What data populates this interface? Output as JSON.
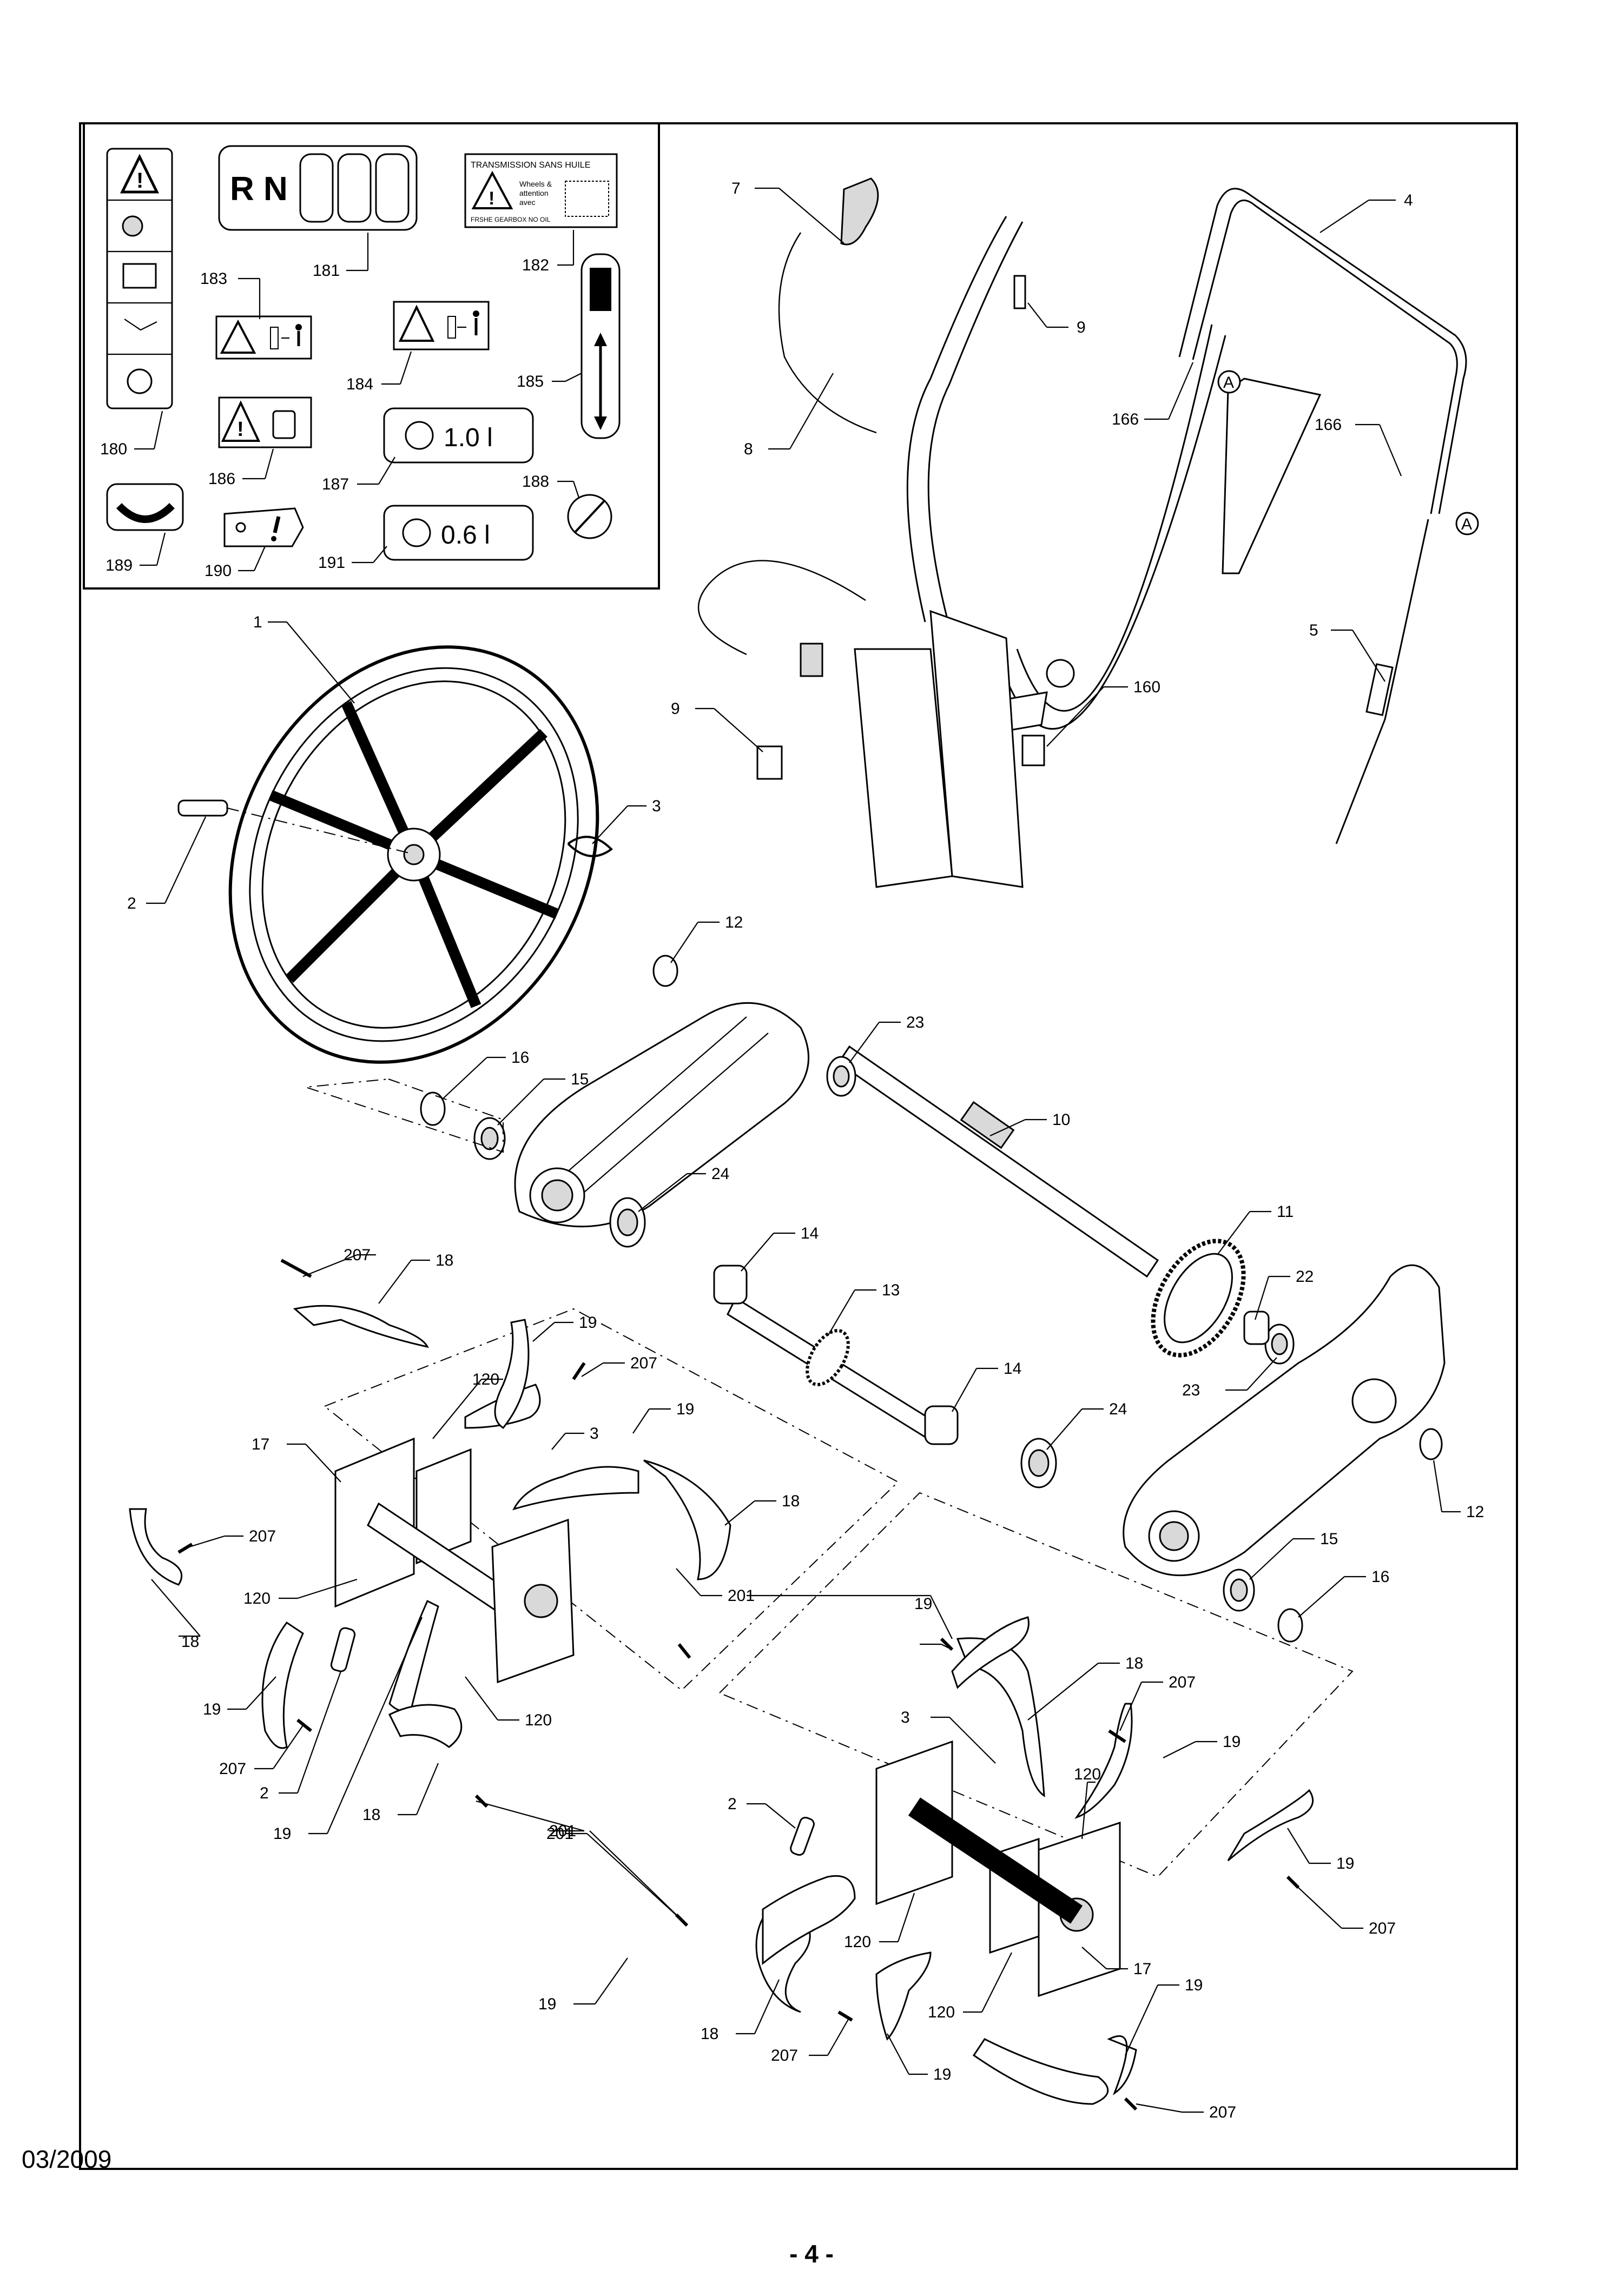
{
  "callouts": {
    "c1": "1",
    "c2a": "2",
    "c2b": "2",
    "c2c": "2",
    "c3a": "3",
    "c3b": "3",
    "c3c": "3",
    "c4": "4",
    "c5": "5",
    "c7": "7",
    "c8": "8",
    "c9a": "9",
    "c9b": "9",
    "c10": "10",
    "c11": "11",
    "c12a": "12",
    "c12b": "12",
    "c13": "13",
    "c14a": "14",
    "c14b": "14",
    "c15a": "15",
    "c15b": "15",
    "c16a": "16",
    "c16b": "16",
    "c17a": "17",
    "c17b": "17",
    "c18a": "18",
    "c18b": "18",
    "c18c": "18",
    "c18d": "18",
    "c18e": "18",
    "c18f": "18",
    "c19a": "19",
    "c19b": "19",
    "c19c": "19",
    "c19d": "19",
    "c19e": "19",
    "c19f": "19",
    "c19g": "19",
    "c19h": "19",
    "c19i": "19",
    "c19j": "19",
    "c22": "22",
    "c23a": "23",
    "c23b": "23",
    "c24a": "24",
    "c24b": "24",
    "c120a": "120",
    "c120b": "120",
    "c120c": "120",
    "c120d": "120",
    "c120e": "120",
    "c120f": "120",
    "c160": "160",
    "c166a": "166",
    "c166b": "166",
    "c180": "180",
    "c181": "181",
    "c182": "182",
    "c183": "183",
    "c184": "184",
    "c185": "185",
    "c186": "186",
    "c187": "187",
    "c188": "188",
    "c189": "189",
    "c190": "190",
    "c191": "191",
    "c201a": "201",
    "c201b": "201",
    "c201c": "201",
    "c207a": "207",
    "c207b": "207",
    "c207c": "207",
    "c207d": "207",
    "c207e": "207",
    "c207f": "207",
    "c207g": "207",
    "c207h": "207"
  },
  "decals": {
    "gear_text": "R N",
    "transmission_title": "TRANSMISSION SANS HUILE",
    "transmission_line1": "Wheels &",
    "transmission_line2": "attention",
    "transmission_line3": "avec",
    "transmission_line4": "FRSHE GEARBOX NO OIL",
    "oil_1": "1.0 l",
    "oil_2": "0.6 l",
    "marker_a": "A"
  },
  "footer": {
    "date": "03/2009",
    "page": "- 4 -"
  }
}
